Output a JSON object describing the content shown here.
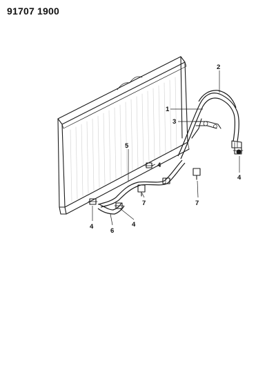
{
  "document": {
    "code": "91707 1900"
  },
  "callouts": [
    {
      "id": "c2a",
      "label": "2"
    },
    {
      "id": "c1",
      "label": "1"
    },
    {
      "id": "c3",
      "label": "3"
    },
    {
      "id": "c5",
      "label": "5"
    },
    {
      "id": "c4a",
      "label": "4"
    },
    {
      "id": "c4b",
      "label": "4"
    },
    {
      "id": "c7a",
      "label": "7"
    },
    {
      "id": "c7b",
      "label": "7"
    },
    {
      "id": "c4c",
      "label": "4"
    },
    {
      "id": "c6",
      "label": "6"
    },
    {
      "id": "c4d",
      "label": "4"
    }
  ]
}
